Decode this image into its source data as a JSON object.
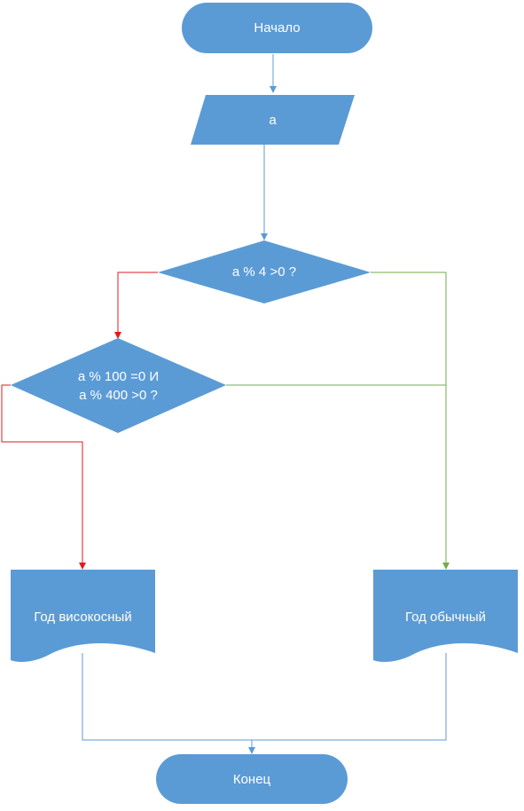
{
  "colors": {
    "shape_fill": "#5b9bd5",
    "shape_text": "#ffffff",
    "flow_blue": "#5b9bd5",
    "flow_red": "#e31a1c",
    "flow_green": "#70ad47"
  },
  "nodes": {
    "start": {
      "label": "Начало"
    },
    "input": {
      "label": "a"
    },
    "decision1": {
      "label": "a % 4 >0 ?"
    },
    "decision2": {
      "line1": "a % 100 =0 И",
      "line2": "a % 400 >0 ?"
    },
    "leap": {
      "label": "Год високосный"
    },
    "common": {
      "label": "Год обычный"
    },
    "end": {
      "label": "Конец"
    }
  }
}
